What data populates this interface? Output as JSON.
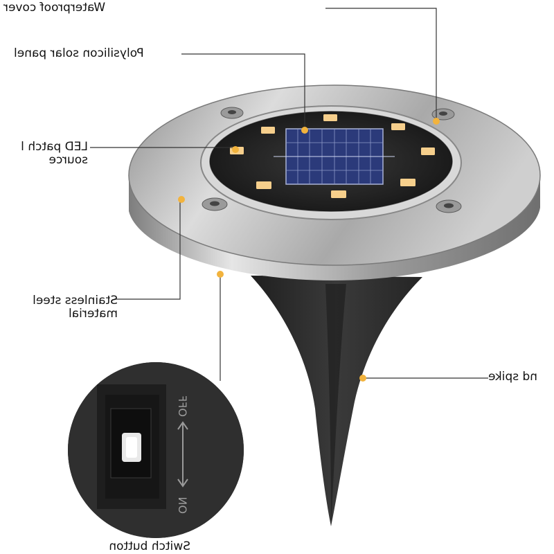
{
  "callouts": {
    "waterproof_cover": "Waterproof cover",
    "solar_panel": "Polysilicon solar panel",
    "led_line1": "LED patch l",
    "led_line2": "source",
    "steel_line1": "Stainless steel",
    "steel_line2": "material",
    "ground_spike": "nd spike",
    "switch_button": "Switch button"
  },
  "switch_marks": {
    "on": "ON",
    "off": "OFF"
  },
  "colors": {
    "marker": "#f2b33d",
    "led": "#f6cf8c",
    "steel": "#b9b9b9",
    "spike": "#2e2e2e",
    "panel": "#2b3a7a",
    "leader": "#333333"
  }
}
